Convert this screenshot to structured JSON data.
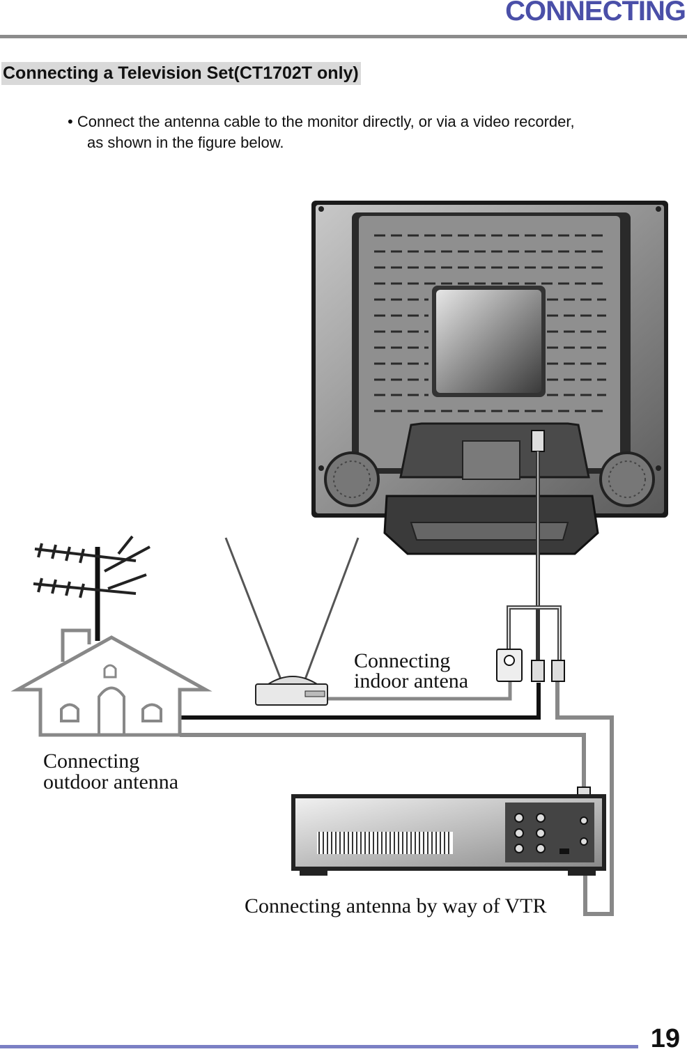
{
  "header": {
    "title": "CONNECTING"
  },
  "section": {
    "title": "Connecting a Television Set(CT1702T only)"
  },
  "body": {
    "bullet_line1": "• Connect the antenna cable to the monitor directly, or via a video recorder,",
    "bullet_line2": "as shown in the figure below."
  },
  "figure": {
    "indoor_label_line1": "Connecting",
    "indoor_label_line2": "indoor antena",
    "outdoor_label_line1": "Connecting",
    "outdoor_label_line2": "outdoor antenna",
    "vtr_label": "Connecting antenna by way of VTR"
  },
  "footer": {
    "page_number": "19"
  }
}
